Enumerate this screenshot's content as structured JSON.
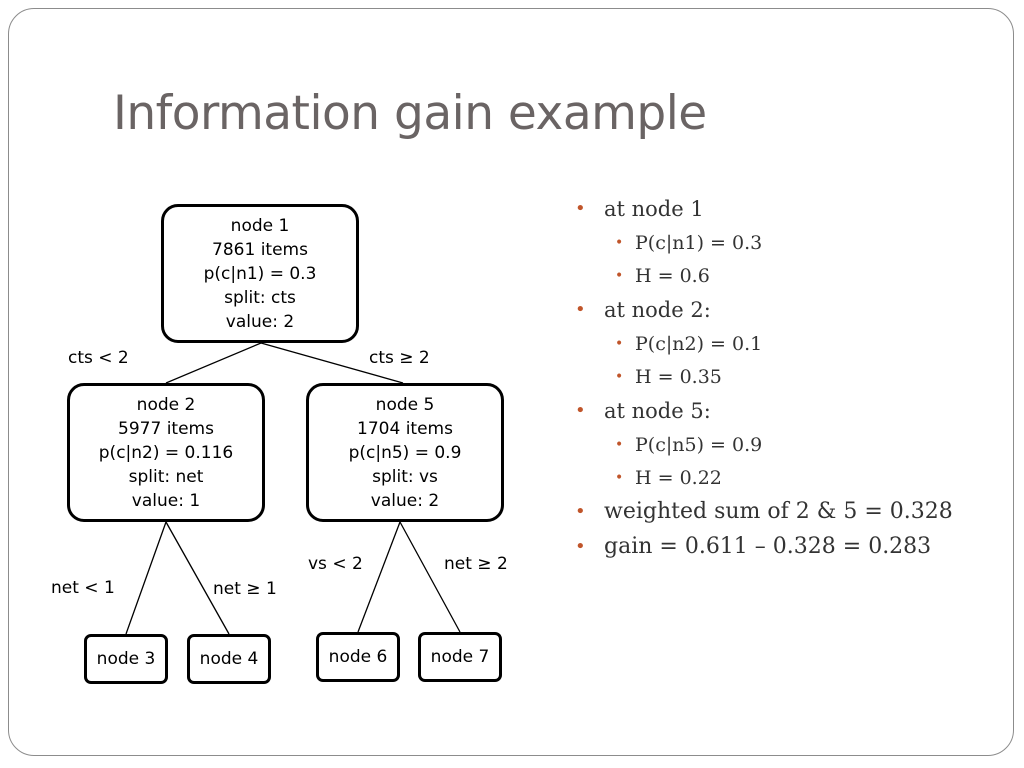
{
  "title": "Information gain example",
  "tree": {
    "root": {
      "lines": [
        "node 1",
        "7861 items",
        "p(c|n1) = 0.3",
        "split: cts",
        "value: 2"
      ]
    },
    "left": {
      "lines": [
        "node 2",
        "5977 items",
        "p(c|n2) = 0.116",
        "split: net",
        "value: 1"
      ]
    },
    "right": {
      "lines": [
        "node 5",
        "1704 items",
        "p(c|n5) = 0.9",
        "split: vs",
        "value: 2"
      ]
    },
    "leaves": [
      "node 3",
      "node 4",
      "node 6",
      "node 7"
    ],
    "edges": {
      "root_left": "cts < 2",
      "root_right": "cts ≥ 2",
      "left_left": "net < 1",
      "left_right": "net ≥ 1",
      "right_left": "vs < 2",
      "right_right": "net ≥ 2"
    }
  },
  "bullets": [
    {
      "text": "at node 1",
      "sub": [
        "P(c|n1) = 0.3",
        "H = 0.6"
      ]
    },
    {
      "text": "at node 2:",
      "sub": [
        "P(c|n2) = 0.1",
        "H = 0.35"
      ]
    },
    {
      "text": "at node 5:",
      "sub": [
        "P(c|n5) = 0.9",
        "H = 0.22"
      ]
    },
    {
      "text": "weighted sum of 2 & 5 = 0.328",
      "sub": []
    },
    {
      "text": "gain = 0.611 – 0.328 = 0.283",
      "sub": []
    }
  ],
  "colors": {
    "title": "#6a6464",
    "bullet": "#c0552a",
    "text": "#333333"
  }
}
